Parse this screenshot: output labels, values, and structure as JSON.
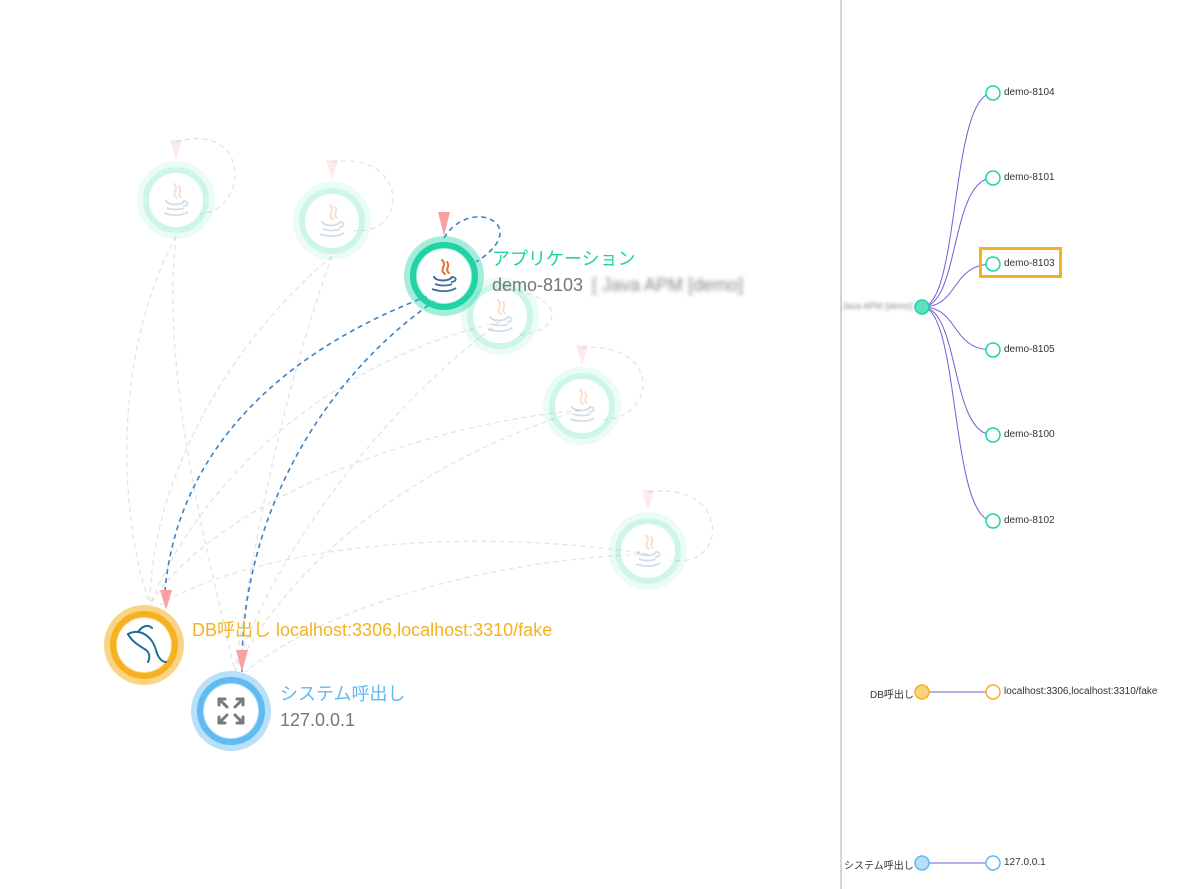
{
  "graph": {
    "app_node": {
      "title": "アプリケーション",
      "name": "demo-8103",
      "name_suffix": "[ Java APM [demo]"
    },
    "db_node": {
      "label": "DB呼出し localhost:3306,localhost:3310/fake"
    },
    "system_node": {
      "title": "システム呼出し",
      "address": "127.0.0.1"
    },
    "icons": {
      "app": "java-icon",
      "db": "mysql-dolphin-icon",
      "system": "expand-arrows-icon"
    }
  },
  "tree": {
    "root_label": "Java APM [demo]",
    "app_nodes": [
      "demo-8104",
      "demo-8101",
      "demo-8103",
      "demo-8105",
      "demo-8100",
      "demo-8102"
    ],
    "selected": "demo-8103",
    "db": {
      "label": "DB呼出し",
      "child": "localhost:3306,localhost:3310/fake"
    },
    "system": {
      "label": "システム呼出し",
      "child": "127.0.0.1"
    }
  },
  "colors": {
    "app": "#1fd3a5",
    "db": "#f6b121",
    "system": "#61baf0",
    "edge_active": "#3b82c4",
    "tree_link": "#6f5fd6",
    "selection": "#f6b121"
  }
}
